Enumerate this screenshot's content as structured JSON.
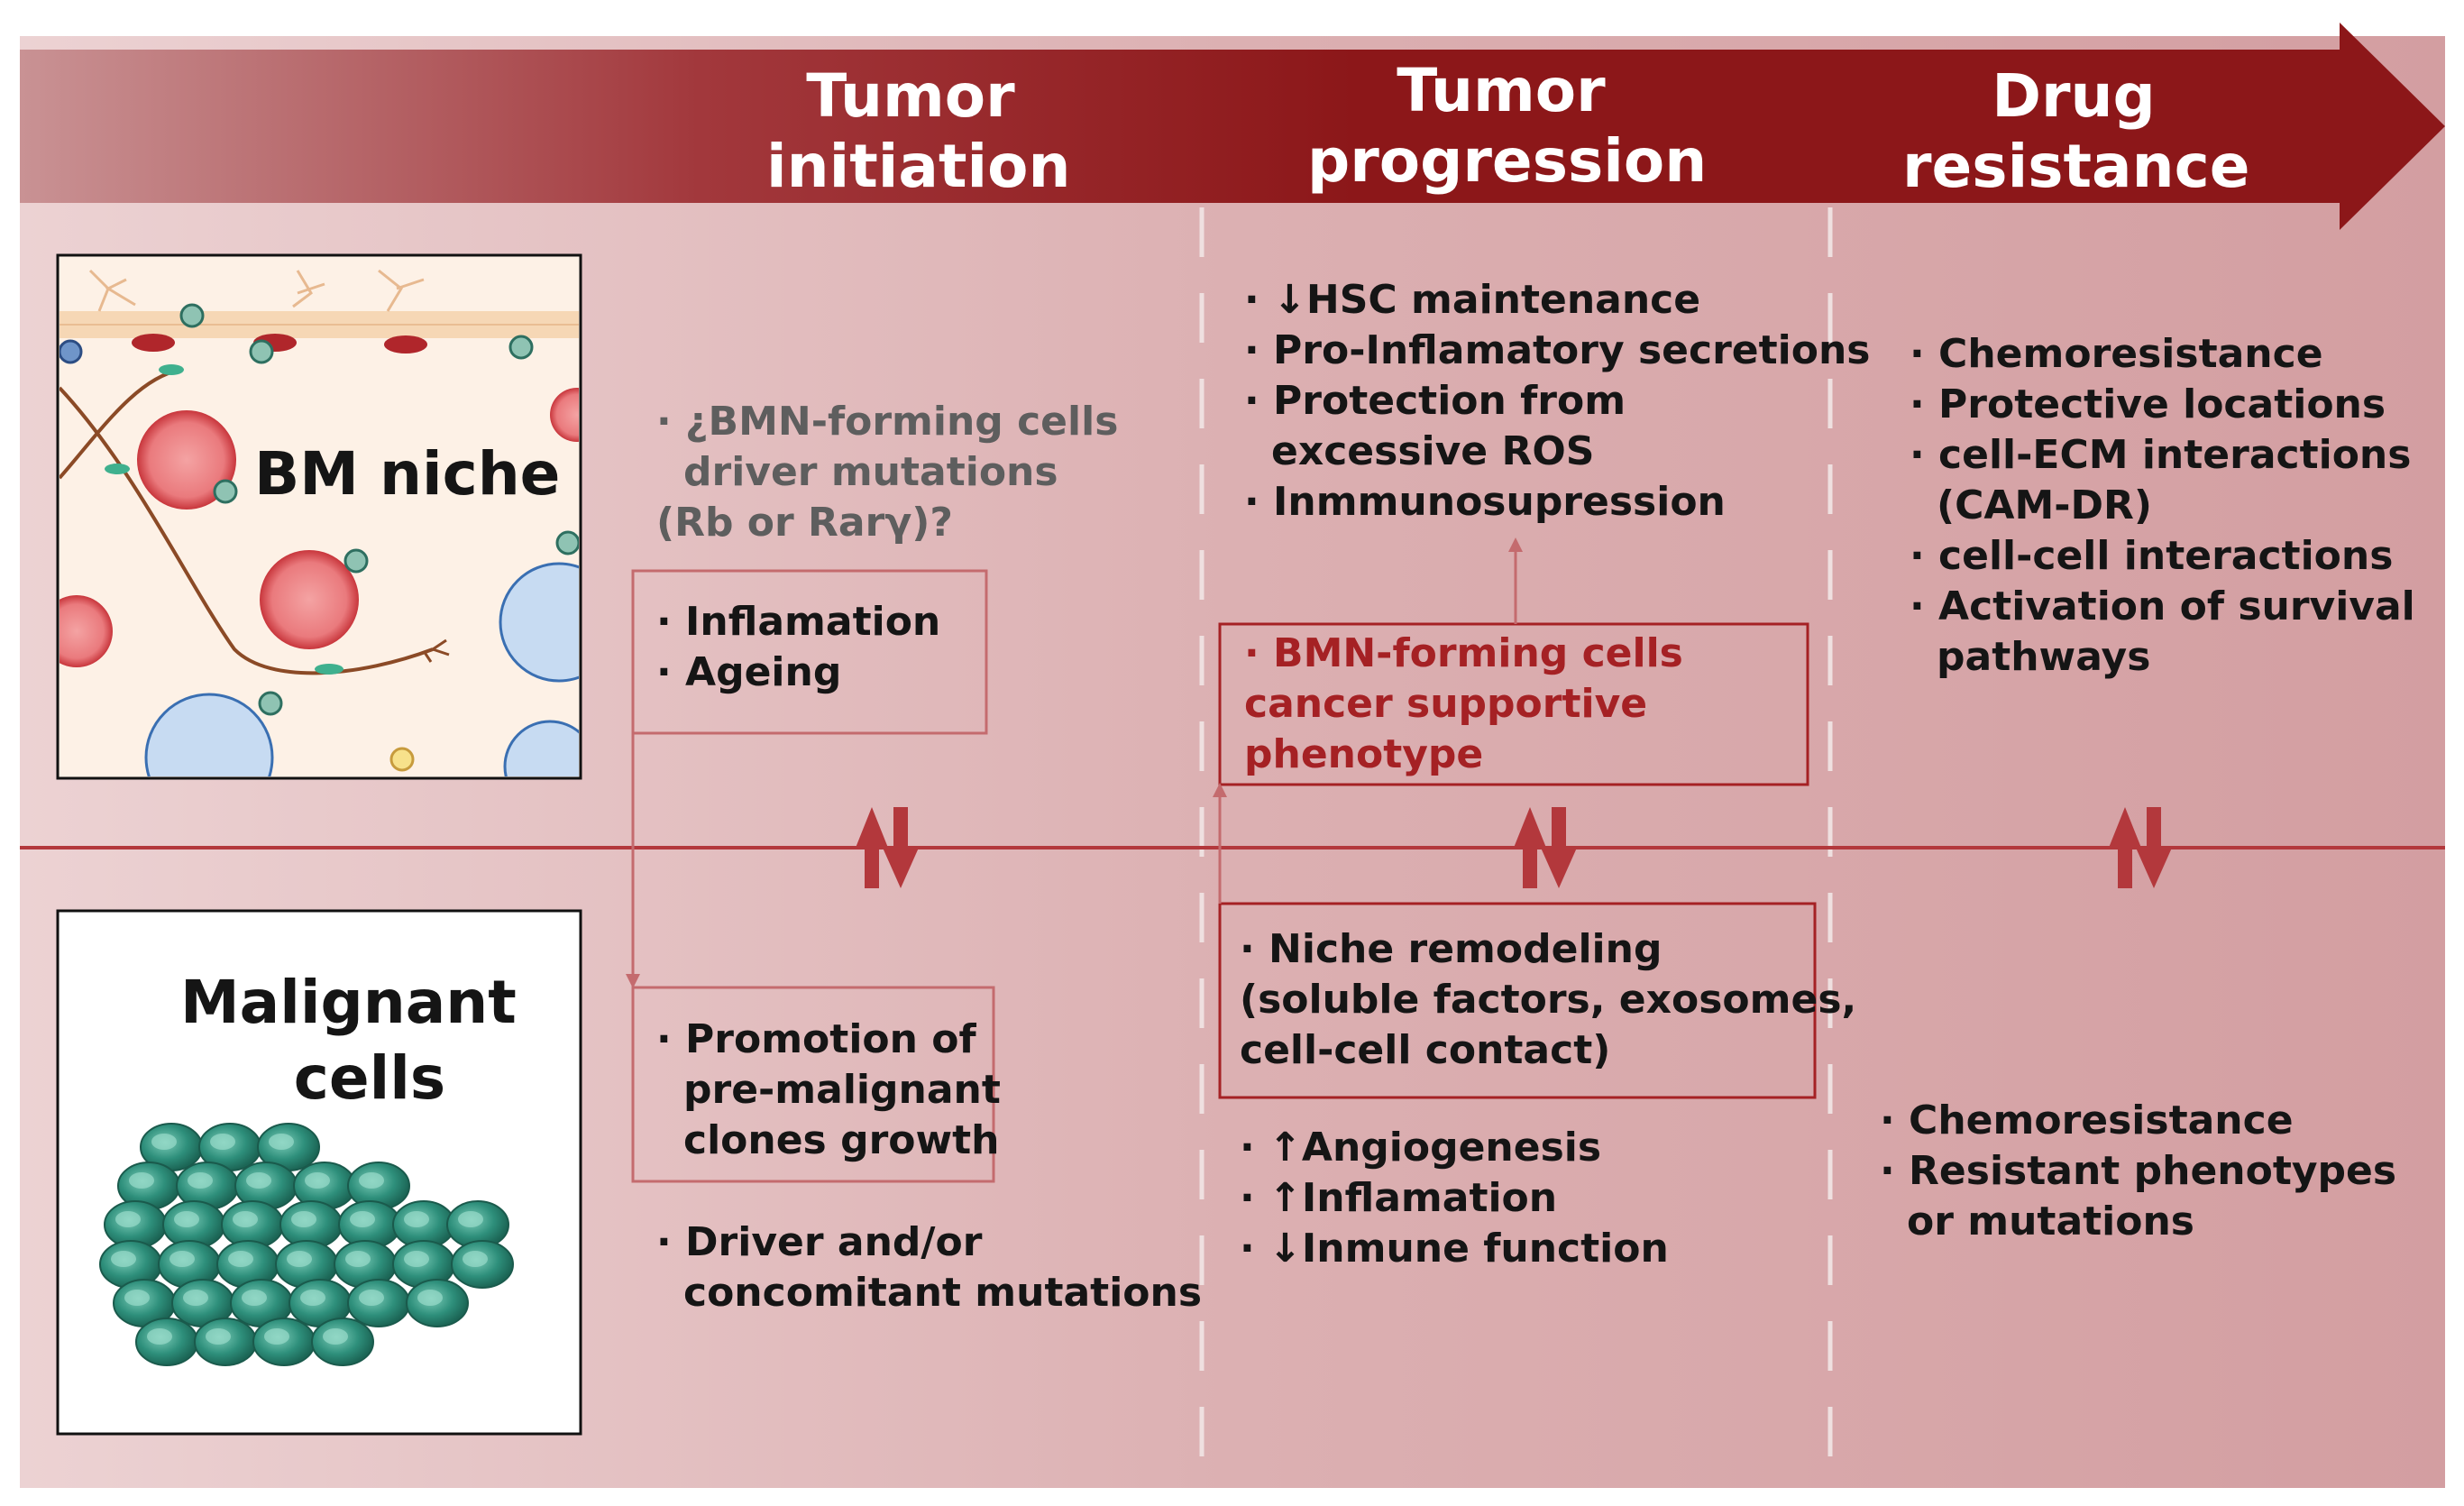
{
  "stages": {
    "initiation": [
      "Tumor",
      "initiation"
    ],
    "progression": [
      "Tumor",
      "progression"
    ],
    "resistance": [
      "Drug",
      "resistance"
    ]
  },
  "panels": {
    "bm_niche": "BM niche",
    "malignant": [
      "Malignant",
      "cells"
    ]
  },
  "initiation": {
    "question": [
      "· ¿BMN-forming cells",
      "driver mutations",
      "(Rb or Rarγ)?"
    ],
    "niche_box": [
      "· Inflamation",
      "· Ageing"
    ],
    "promotion_box": [
      "· Promotion of",
      "pre-malignant",
      "clones growth"
    ],
    "mutations": [
      "· Driver and/or",
      "concomitant mutations"
    ]
  },
  "progression": {
    "niche_effects": [
      "· ↓HSC maintenance",
      "· Pro-Inflamatory secretions",
      "· Protection from",
      "excessive ROS",
      "· Inmmunosupression"
    ],
    "supportive_box": [
      "· BMN-forming cells",
      "cancer supportive",
      "phenotype"
    ],
    "remodeling_box": [
      "· Niche remodeling",
      "(soluble factors, exosomes,",
      "cell-cell contact)"
    ],
    "cell_effects": [
      "· ↑Angiogenesis",
      "· ↑Inflamation",
      "· ↓Inmune function"
    ]
  },
  "resistance": {
    "niche_effects": [
      "· Chemoresistance",
      "· Protective locations",
      "· cell-ECM interactions",
      "(CAM-DR)",
      "· cell-cell interactions",
      "· Activation of survival",
      "pathways"
    ],
    "cell_effects": [
      "· Chemoresistance",
      "· Resistant phenotypes",
      "or mutations"
    ]
  },
  "colors": {
    "arrow_dark": "#8c1719",
    "arrow_light": "#cf9ea0",
    "panel_bg": "#deb4b6",
    "accent_red": "#a52124",
    "interaction_arrow": "#b3383c",
    "cell_teal": "#2e8f7b"
  },
  "icons": {
    "interaction_arrows": "up-down-arrows-icon",
    "bm_niche_image": "bone-marrow-niche-illustration",
    "malignant_image": "malignant-cell-cluster-illustration"
  }
}
